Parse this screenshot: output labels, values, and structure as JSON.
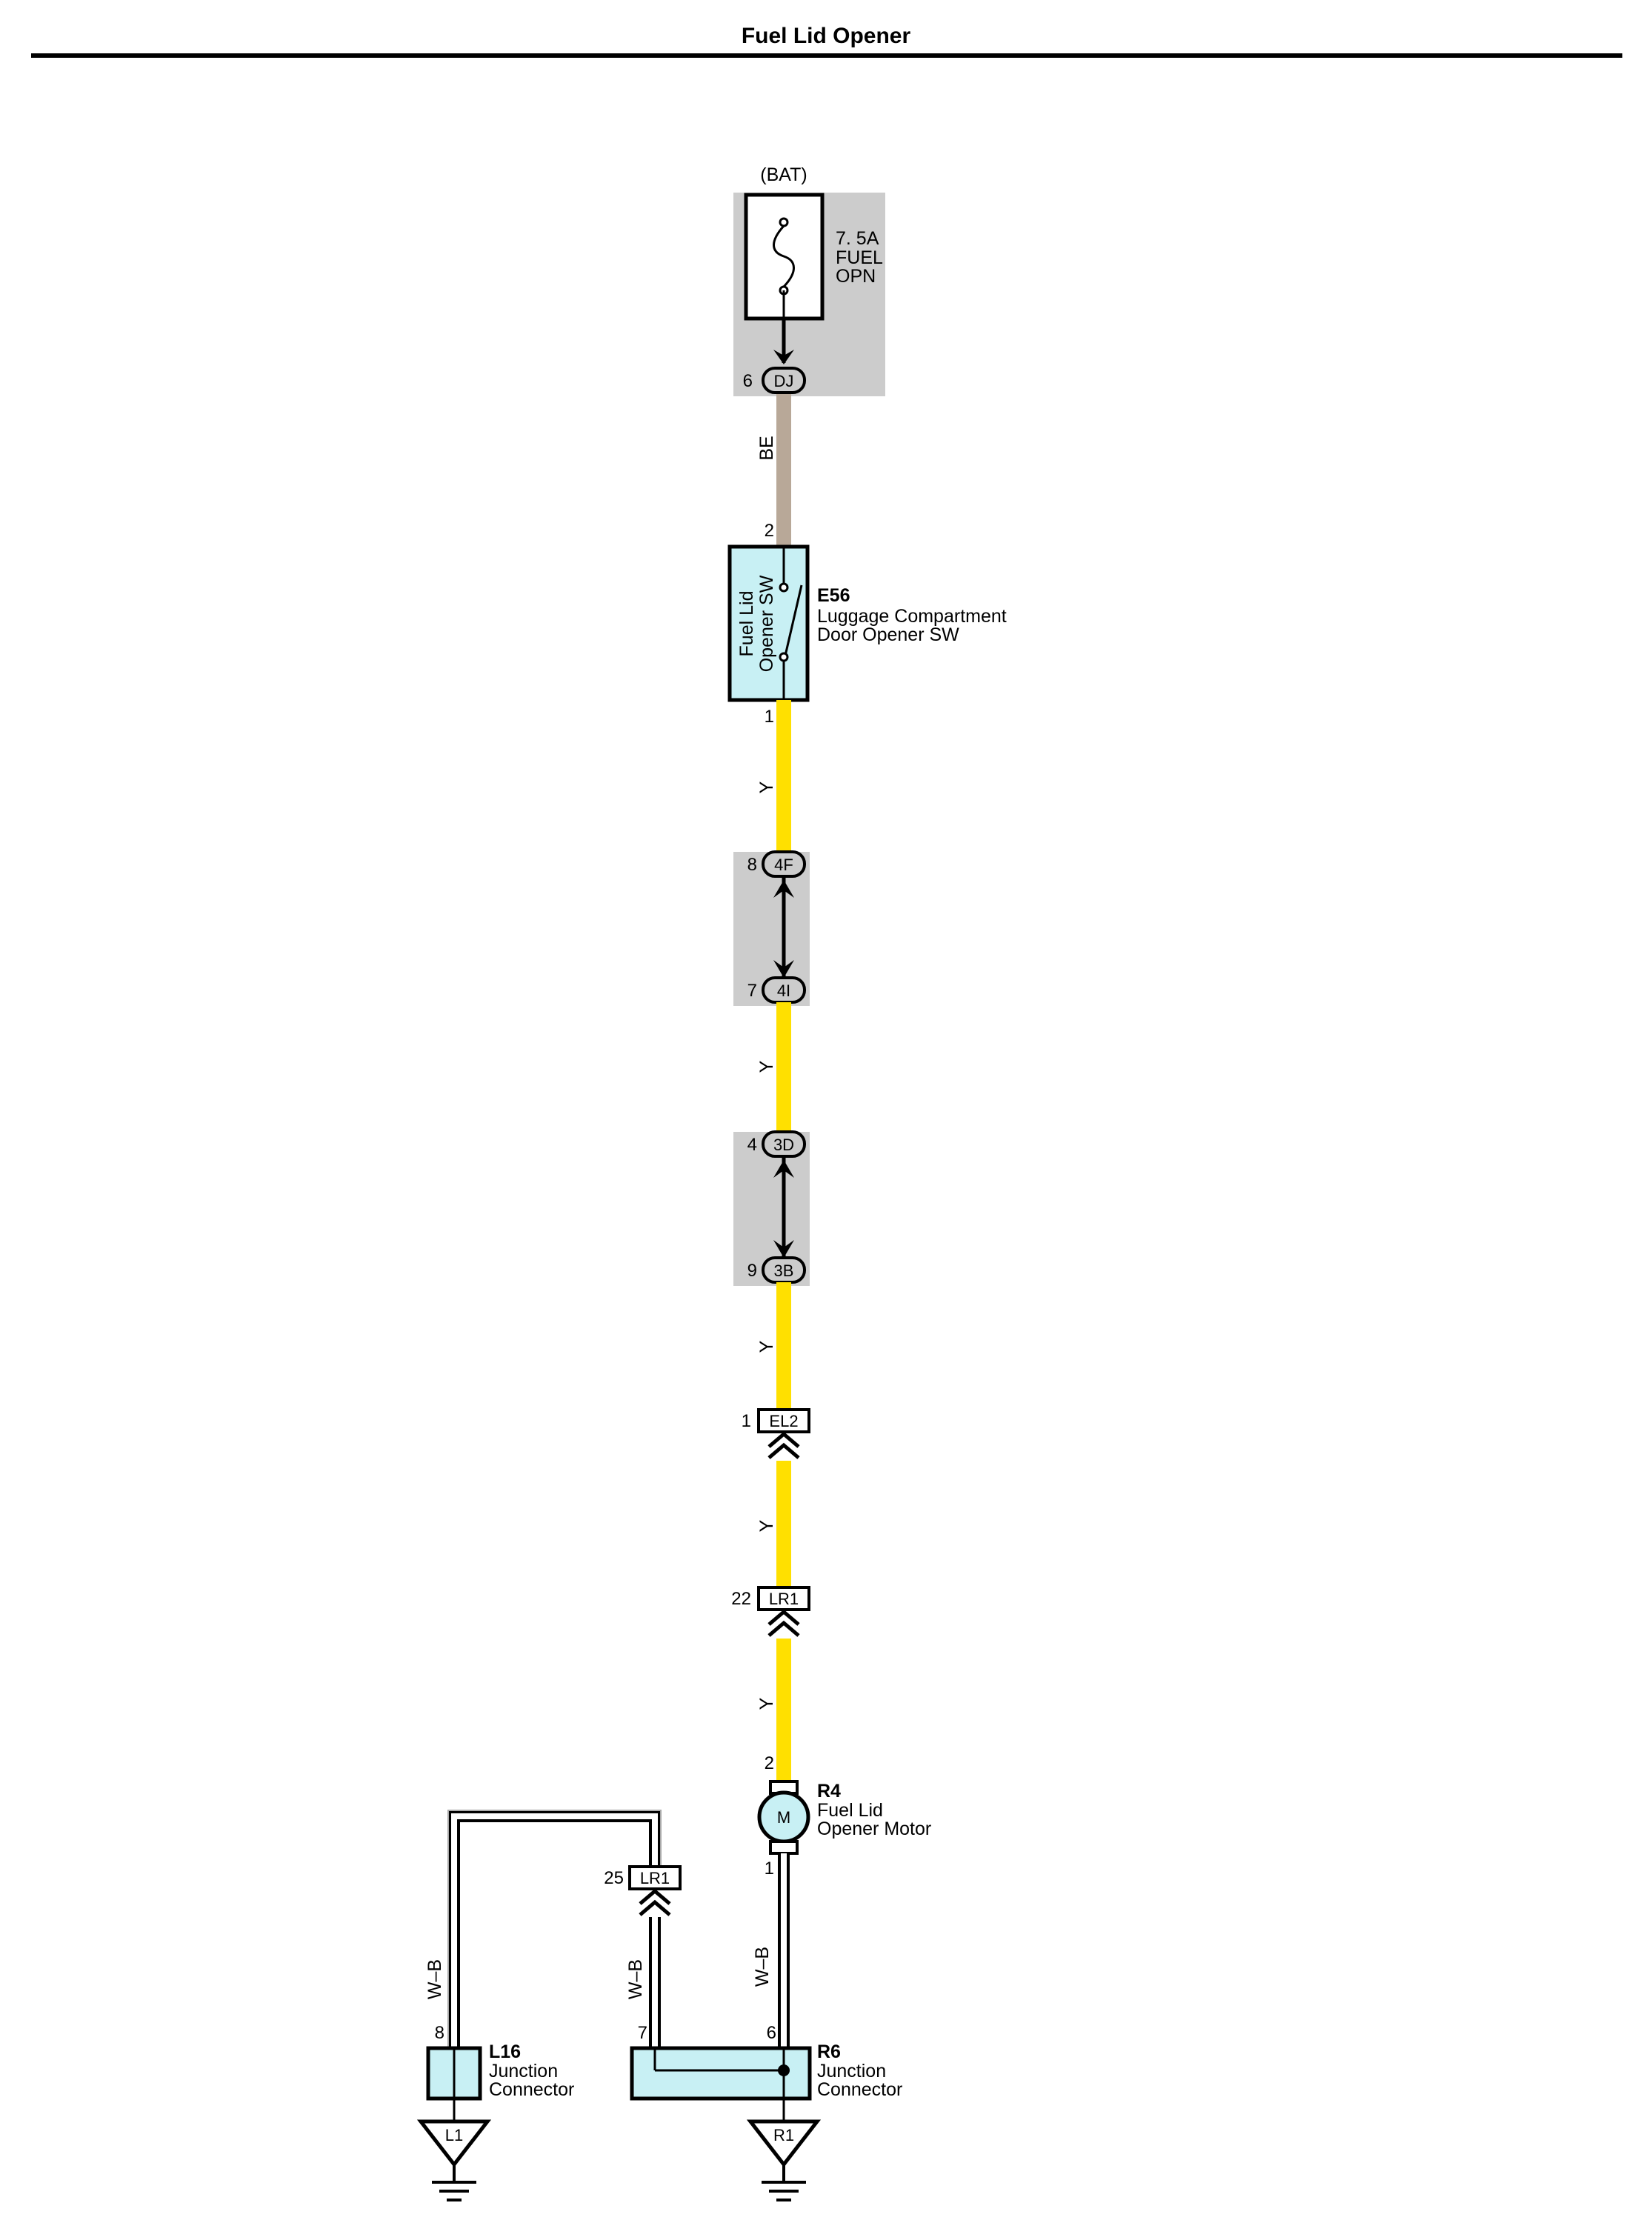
{
  "title": "Fuel Lid Opener",
  "colors": {
    "wire_BE": "#b8a898",
    "wire_Y": "#ffe000",
    "wire_WB": "#ffffff",
    "component_fill": "#c8f0f4",
    "junction_shade": "#cccccc"
  },
  "power_source": {
    "label": "(BAT)"
  },
  "fuse": {
    "rating": "7. 5A",
    "name_line1": "FUEL",
    "name_line2": "OPN"
  },
  "wires": {
    "be": "BE",
    "y1": "Y",
    "y2": "Y",
    "y3": "Y",
    "y4": "Y",
    "y5": "Y",
    "wb1": "W–B",
    "wb2": "W–B",
    "wb3": "W–B"
  },
  "connectors": {
    "dj": {
      "code": "DJ",
      "pin": "6"
    },
    "c4f": {
      "code": "4F",
      "pin": "8"
    },
    "c4i": {
      "code": "4I",
      "pin": "7"
    },
    "c3d": {
      "code": "3D",
      "pin": "4"
    },
    "c3b": {
      "code": "3B",
      "pin": "9"
    },
    "el2": {
      "code": "EL2",
      "pin": "1"
    },
    "lr1_a": {
      "code": "LR1",
      "pin": "22"
    },
    "lr1_b": {
      "code": "LR1",
      "pin": "25"
    }
  },
  "switch": {
    "id": "E56",
    "name_line1": "Luggage Compartment",
    "name_line2": "Door Opener SW",
    "inner_line1": "Fuel Lid",
    "inner_line2": "Opener SW",
    "pin_top": "2",
    "pin_bottom": "1"
  },
  "motor": {
    "id": "R4",
    "name_line1": "Fuel Lid",
    "name_line2": "Opener Motor",
    "symbol": "M",
    "pin_top": "2",
    "pin_bottom": "1"
  },
  "junction_l16": {
    "id": "L16",
    "name_line1": "Junction",
    "name_line2": "Connector",
    "pin": "8"
  },
  "junction_r6": {
    "id": "R6",
    "name_line1": "Junction",
    "name_line2": "Connector",
    "pin_left": "7",
    "pin_right": "6"
  },
  "grounds": {
    "left": "L1",
    "right": "R1"
  }
}
